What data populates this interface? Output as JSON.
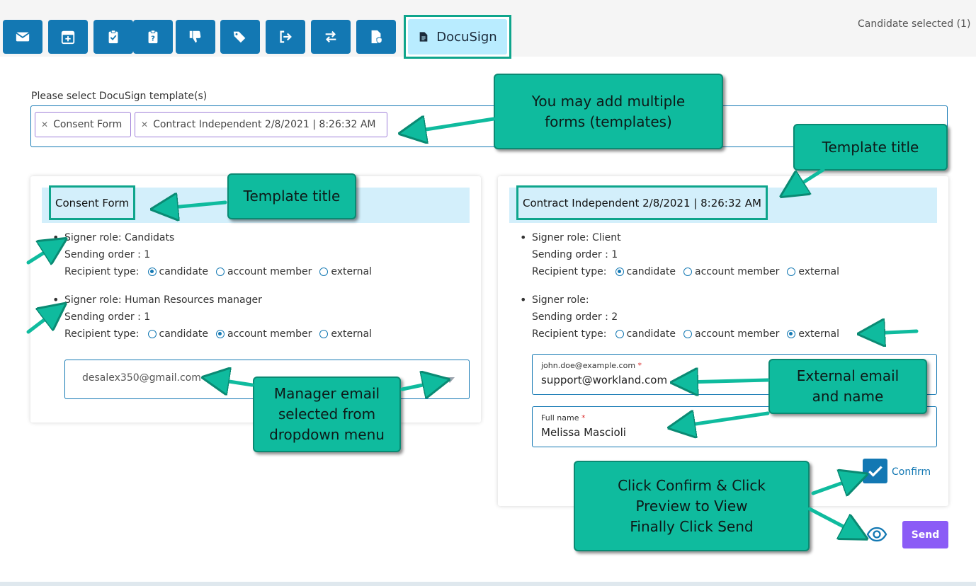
{
  "toolbar": {
    "buttons": [
      {
        "icon": "envelope-icon"
      },
      {
        "icon": "calendar-plus-icon"
      },
      {
        "icon": "clipboard-check-icon"
      },
      {
        "icon": "clipboard-question-icon"
      },
      {
        "icon": "thumbs-down-icon"
      },
      {
        "icon": "tags-icon"
      },
      {
        "icon": "sign-out-icon"
      },
      {
        "icon": "exchange-icon"
      },
      {
        "icon": "file-shield-icon"
      }
    ],
    "docusign_label": "DocuSign",
    "candidate_selected": "Candidate selected  (1)"
  },
  "template_select": {
    "label": "Please select DocuSign template(s)",
    "tags": [
      "Consent Form",
      "Contract Independent 2/8/2021 | 8:26:32 AM"
    ]
  },
  "left_card": {
    "title": "Consent Form",
    "signers": [
      {
        "role": "Signer role: Candidats",
        "order": "Sending order : 1",
        "recipient_label": "Recipient type:",
        "options": [
          "candidate",
          "account member",
          "external"
        ],
        "selected": "candidate"
      },
      {
        "role": "Signer role: Human Resources manager",
        "order": "Sending order : 1",
        "recipient_label": "Recipient type:",
        "options": [
          "candidate",
          "account member",
          "external"
        ],
        "selected": "account member"
      }
    ],
    "manager_email": "desalex350@gmail.com"
  },
  "right_card": {
    "title": "Contract Independent 2/8/2021 | 8:26:32 AM",
    "signers": [
      {
        "role": "Signer role: Client",
        "order": "Sending order : 1",
        "recipient_label": "Recipient type:",
        "options": [
          "candidate",
          "account member",
          "external"
        ],
        "selected": "candidate"
      },
      {
        "role": "Signer role:",
        "order": "Sending order : 2",
        "recipient_label": "Recipient type:",
        "options": [
          "candidate",
          "account member",
          "external"
        ],
        "selected": "external"
      }
    ],
    "email_field": {
      "label": "john.doe@example.com",
      "required": "*",
      "value": "support@workland.com"
    },
    "name_field": {
      "label": "Full name",
      "required": "*",
      "value": "Melissa Mascioli"
    },
    "confirm_label": "Confirm"
  },
  "actions": {
    "send_label": "Send"
  },
  "callouts": {
    "multiple_forms": "You may add multiple forms (templates)",
    "template_title_left": "Template title",
    "template_title_right": "Template title",
    "manager_email": "Manager email selected from dropdown menu",
    "external_email": "External email and name",
    "confirm_instructions": "Click Confirm & Click Preview to View Finally Click Send"
  },
  "colors": {
    "primary": "#1378b3",
    "accent": "#0fbb9e",
    "send": "#8b5cf6",
    "header_bg": "#d3effb"
  }
}
